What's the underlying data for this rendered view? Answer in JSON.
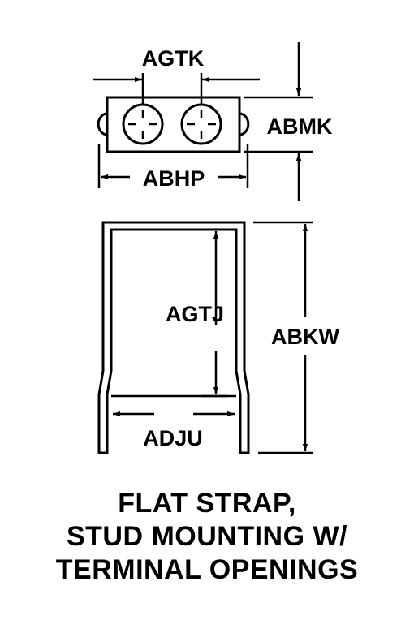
{
  "dimensions": {
    "terminal_spacing": "AGTK",
    "body_height": "ABMK",
    "body_width": "ABHP",
    "strap_inner_height": "AGTJ",
    "strap_height": "ABKW",
    "strap_inner_width": "ADJU"
  },
  "caption": {
    "line1": "FLAT STRAP,",
    "line2": "STUD MOUNTING W/",
    "line3": "TERMINAL OPENINGS"
  },
  "colors": {
    "ink": "#000000",
    "background": "#ffffff"
  }
}
